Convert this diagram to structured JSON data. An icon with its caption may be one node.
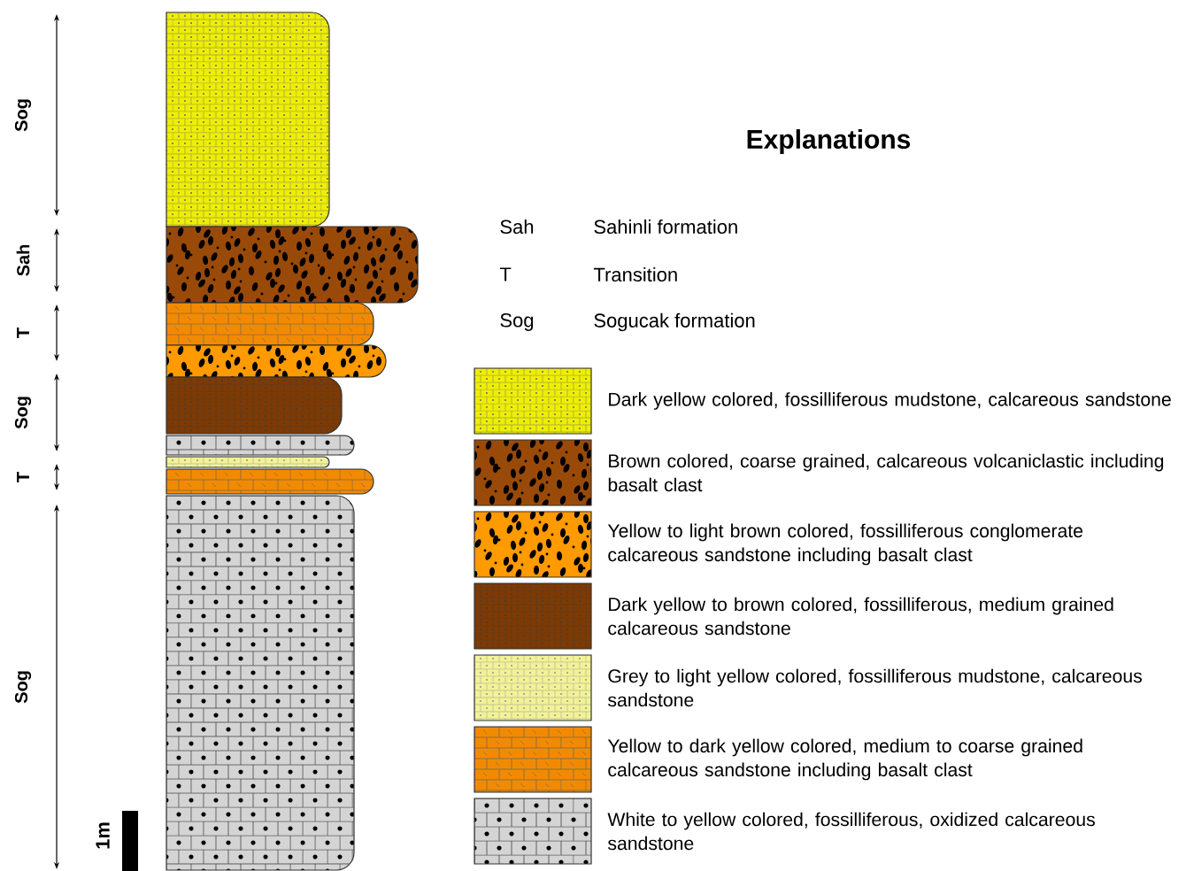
{
  "diagram": {
    "title": "Explanations",
    "labels": [
      "Sog",
      "Sah",
      "T",
      "Sog",
      "T",
      "Sog",
      "1m",
      "Sah",
      "Sahinli formation",
      "T",
      "Transition",
      "Sog",
      "Sogucak  formation"
    ],
    "legend": [
      {
        "text": "Dark yellow colored, fossilliferous mudstone, calcareous sandstone",
        "color": "#eeee00"
      },
      {
        "text": "Brown colored, coarse grained, calcareous volcaniclastic including basalt clast",
        "color": "#9a4a08"
      },
      {
        "text": "Yellow to light brown colored, fossilliferous  conglomerate calcareous sandstone including basalt clast",
        "color": "#ff9a00"
      },
      {
        "text": "Dark yellow to brown colored, fossilliferous, medium grained calcareous sandstone",
        "color": "#7e3a02"
      },
      {
        "text": "Grey to light yellow colored, fossilliferous mudstone, calcareous sandstone",
        "color": "#f2f296"
      },
      {
        "text": "Yellow to dark yellow colored, medium to coarse grained calcareous sandstone including basalt clast",
        "color": "#f28a00"
      },
      {
        "text": "White to yellow colored, fossilliferous, oxidized calcareous sandstone",
        "color": "#d4d4d4"
      }
    ]
  }
}
